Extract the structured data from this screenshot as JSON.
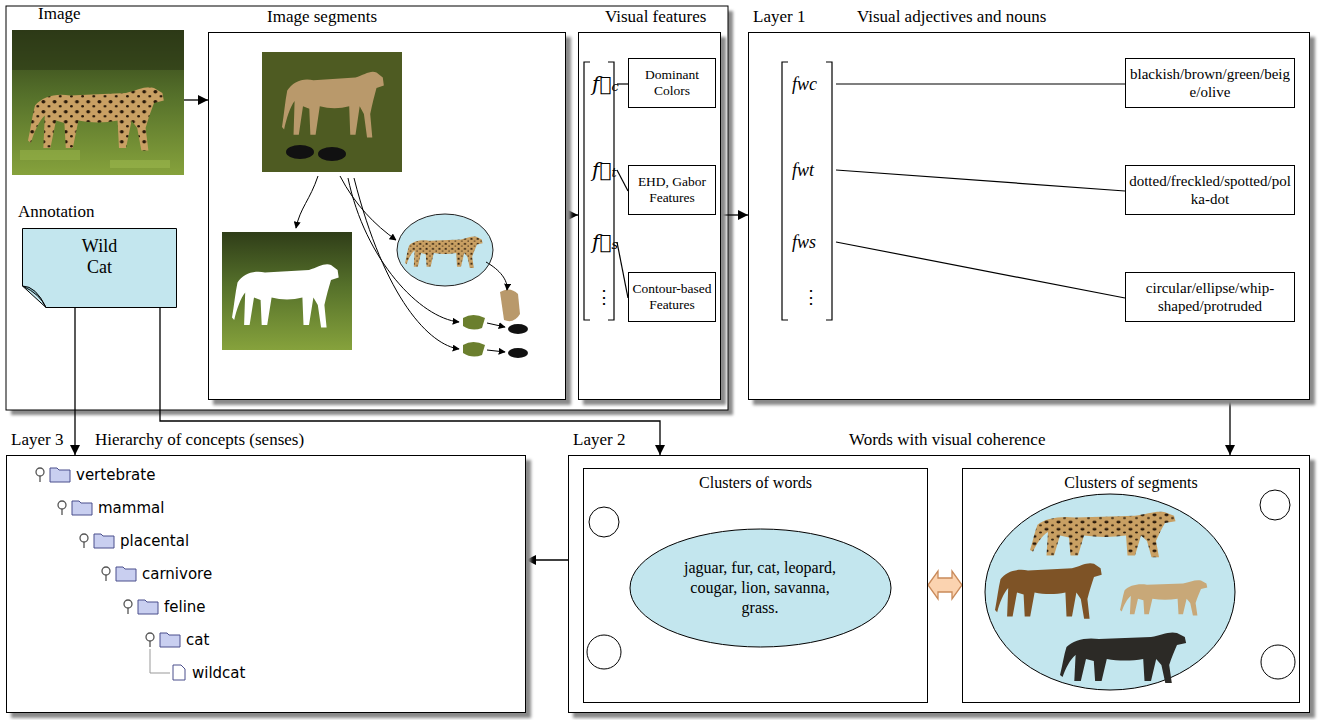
{
  "diagram": {
    "nodes": [
      {
        "text": [
          "Image"
        ]
      },
      {
        "text": [
          "Annotation",
          "Wild Cat"
        ]
      },
      {
        "text": [
          "Image segments"
        ]
      },
      {
        "text": [
          "Visual features"
        ]
      },
      {
        "text": [
          "Dominant Colors"
        ],
        "in": 3
      },
      {
        "text": [
          "EHD, Gabor Features"
        ],
        "in": 3
      },
      {
        "text": [
          "Contour-based Features"
        ],
        "in": 3
      },
      {
        "text": [
          "Layer 1",
          "Visual adjectives and nouns"
        ]
      },
      {
        "text": [
          "blackish/brown/green/beige/olive"
        ],
        "in": 7
      },
      {
        "text": [
          "dotted/freckled/spotted/polka-dot"
        ],
        "in": 7
      },
      {
        "text": [
          "circular/ellipse/whip-shaped/protruded"
        ],
        "in": 7
      },
      {
        "text": [
          "Layer 3",
          "Hierarchy of concepts (senses)"
        ]
      },
      {
        "text": [
          "Layer 2",
          "Words with visual coherence"
        ]
      },
      {
        "text": [
          "Clusters of words"
        ],
        "in": 12
      },
      {
        "text": [
          "jaguar, fur, cat, leopard, cougar, lion, savanna, grass."
        ],
        "in": 13
      },
      {
        "text": [
          "Clusters of segments"
        ],
        "in": 12
      }
    ],
    "edges": [
      {
        "from": 0,
        "to": 2,
        "arrow": "to"
      },
      {
        "from": 2,
        "to": 3,
        "arrow": "to"
      },
      {
        "from": 3,
        "to": 7,
        "arrow": "to"
      },
      {
        "from": 7,
        "to": 12,
        "arrow": "to"
      },
      {
        "from": 12,
        "to": 11,
        "arrow": "to"
      },
      {
        "from": 1,
        "to": 11,
        "arrow": "to"
      },
      {
        "from": 1,
        "to": 12,
        "arrow": "to"
      },
      {
        "from": 13,
        "to": 15,
        "arrow": "both"
      }
    ],
    "labels": [
      "f⃗c",
      "f⃗t",
      "f⃗s",
      "⋮",
      "fwc",
      "fwt",
      "fws",
      "⋮",
      "vertebrate",
      "mammal",
      "placental",
      "carnivore",
      "feline",
      "cat",
      "wildcat"
    ]
  }
}
